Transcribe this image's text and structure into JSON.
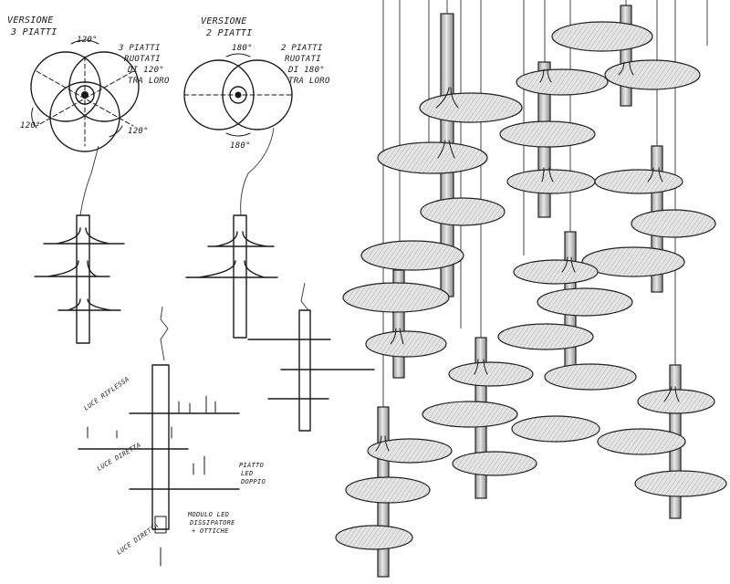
{
  "annotations": {
    "version3_title_l1": "VERSIONE",
    "version3_title_l2": "3 PIATTI",
    "version3_note_l1": "3 PIATTI",
    "version3_note_l2": "RUOTATI",
    "version3_note_l3": "DI 120°",
    "version3_note_l4": "TRA LORO",
    "angle_120_top": "120°",
    "angle_120_left": "120°",
    "angle_120_right": "120°",
    "version2_title_l1": "VERSIONE",
    "version2_title_l2": "2 PIATTI",
    "version2_note_l1": "2 PIATTI",
    "version2_note_l2": "RUOTATI",
    "version2_note_l3": "DI 180°",
    "version2_note_l4": "TRA LORO",
    "angle_180_top": "180°",
    "angle_180_bottom": "180°",
    "luce_riflessa": "LUCE RIFLESSA",
    "luce_diretta": "LUCE DIRETTA",
    "piatto_led_l1": "PIATTO",
    "piatto_led_l2": "LED",
    "piatto_led_l3": "DOPPIO",
    "modulo_l1": "MODULO LED",
    "modulo_l2": "DISSIPATORE",
    "modulo_l3": "+ OTTICHE",
    "luce_diretta_2": "LUCE DIRETTA"
  },
  "colors": {
    "ink": "#1a1a1a",
    "paper": "#ffffff",
    "shade": "#d0d0d0"
  }
}
